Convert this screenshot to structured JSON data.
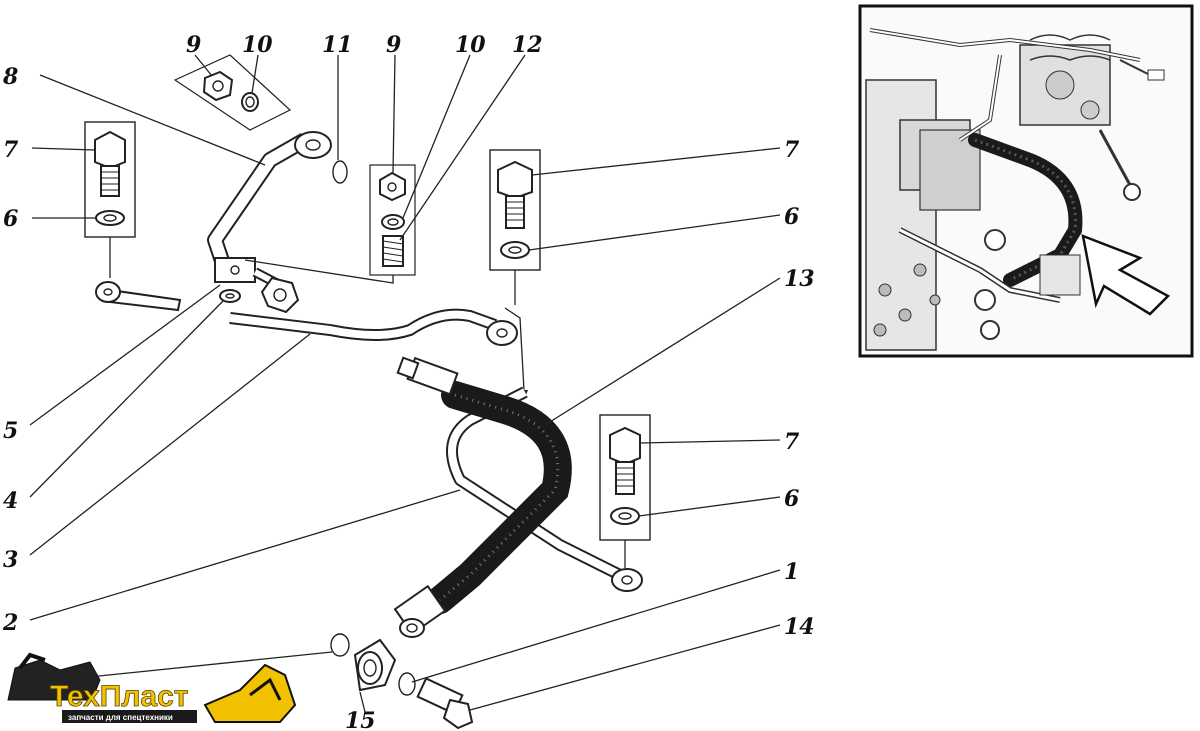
{
  "callouts": {
    "c1": "1",
    "c2": "2",
    "c3": "3",
    "c4": "4",
    "c5": "5",
    "c6a": "6",
    "c6b": "6",
    "c6c": "6",
    "c7a": "7",
    "c7b": "7",
    "c7c": "7",
    "c8": "8",
    "c9a": "9",
    "c9b": "9",
    "c10a": "10",
    "c10b": "10",
    "c11": "11",
    "c12": "12",
    "c13": "13",
    "c14": "14",
    "c15": "15"
  },
  "logo": {
    "name": "ТехПласт",
    "tagline": "запчасти для спецтехники",
    "colors": {
      "primary": "#f2c200",
      "dark": "#1a1a1a"
    }
  }
}
